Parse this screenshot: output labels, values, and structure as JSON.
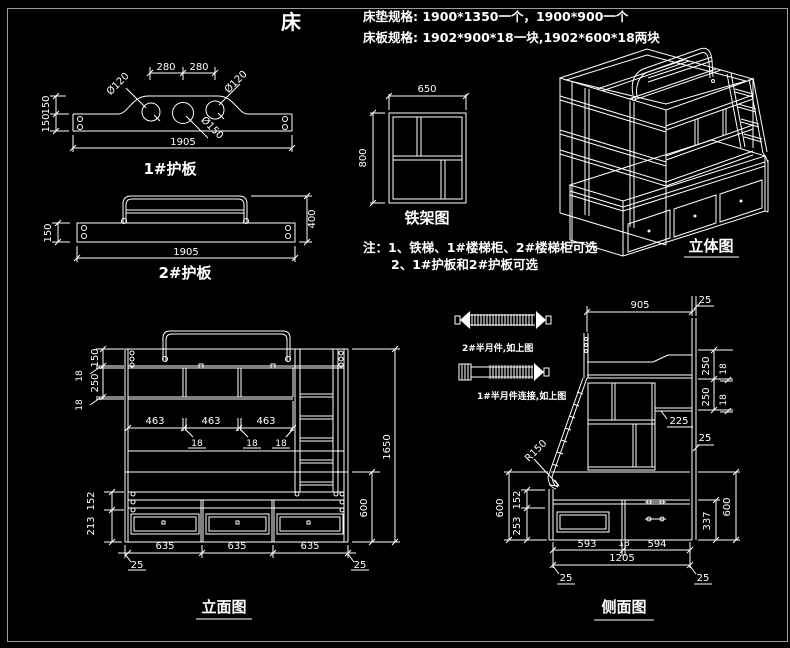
{
  "colors": {
    "background": "#000000",
    "line": "#ffffff",
    "dim_text": "#ffffff",
    "sheet_border": "#9e9e9e"
  },
  "header": {
    "title": "床",
    "spec_line1": "床垫规格: 1900*1350一个，1900*900一个",
    "spec_line2": "床板规格: 1902*900*18一块,1902*600*18两块"
  },
  "guard1": {
    "label": "1#护板",
    "dims": {
      "d280a": "280",
      "d280b": "280",
      "dia120a": "Ø120",
      "dia120b": "Ø120",
      "dia150": "Ø150",
      "d1905": "1905",
      "d150a": "150",
      "d150b": "150"
    }
  },
  "guard2": {
    "label": "2#护板",
    "dims": {
      "d150": "150",
      "d1905": "1905",
      "d400": "400"
    }
  },
  "frame_view": {
    "label": "铁架图",
    "dims": {
      "d650": "650",
      "d800": "800"
    }
  },
  "notes": {
    "prefix": "注：",
    "line1": "1、铁梯、1#楼梯柜、2#楼梯柜可选",
    "line2": "2、1#护板和2#护板可选"
  },
  "iso": {
    "label": "立体图"
  },
  "hardware": {
    "item1": "2#半月件,如上图",
    "item2": "1#半月件连接,如上图"
  },
  "elevation": {
    "label": "立面图",
    "dims": {
      "d150": "150",
      "d18a": "18",
      "d250": "250",
      "d18b": "18",
      "d463a": "463",
      "d463b": "463",
      "d463c": "463",
      "d18c": "18",
      "d18d": "18",
      "d18e": "18",
      "d152": "152",
      "d213": "213",
      "d635a": "635",
      "d635b": "635",
      "d635c": "635",
      "d25L": "25",
      "d25R": "25",
      "d1650": "1650",
      "d600": "600"
    }
  },
  "side": {
    "label": "侧面图",
    "dims": {
      "d905": "905",
      "d25top": "25",
      "d250a": "250",
      "d18a": "18",
      "d250b": "250",
      "d18b": "18",
      "d225": "225",
      "d25mid": "25",
      "r150": "R150",
      "d600L": "600",
      "d152": "152",
      "d253": "253",
      "d337": "337",
      "d600R": "600",
      "d593": "593",
      "d18c": "18",
      "d594": "594",
      "d1205": "1205",
      "d25L": "25",
      "d25R": "25"
    }
  }
}
